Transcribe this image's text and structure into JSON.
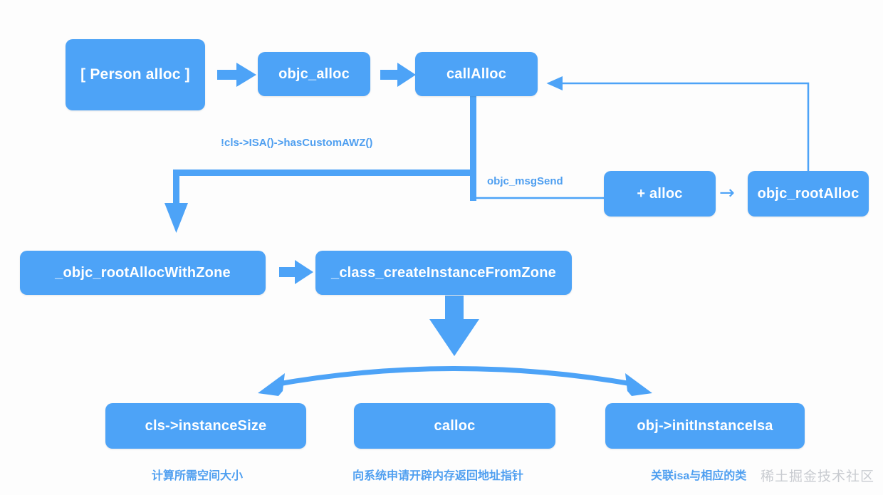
{
  "diagram": {
    "title": "Objective-C alloc flow",
    "accent_color": "#4DA3F7",
    "label_color": "#4F9FF0",
    "background": "#fdfdfd",
    "nodes": [
      {
        "id": "person_alloc",
        "label": "[ Person alloc ]"
      },
      {
        "id": "objc_alloc",
        "label": "objc_alloc"
      },
      {
        "id": "call_alloc",
        "label": "callAlloc"
      },
      {
        "id": "plus_alloc",
        "label": "+ alloc"
      },
      {
        "id": "objc_root_alloc",
        "label": "objc_rootAlloc"
      },
      {
        "id": "root_alloc_zone",
        "label": "_objc_rootAllocWithZone"
      },
      {
        "id": "create_instance",
        "label": "_class_createInstanceFromZone"
      },
      {
        "id": "instance_size",
        "label": "cls->instanceSize"
      },
      {
        "id": "calloc",
        "label": "calloc"
      },
      {
        "id": "init_instance_isa",
        "label": "obj->initInstanceIsa"
      }
    ],
    "edge_labels": {
      "has_custom_awz": "!cls->ISA()->hasCustomAWZ()",
      "objc_msg_send": "objc_msgSend"
    },
    "captions": [
      {
        "id": "caption_instance_size",
        "text": "计算所需空间大小"
      },
      {
        "id": "caption_calloc",
        "text": "向系统申请开辟内存返回地址指针"
      },
      {
        "id": "caption_init_isa",
        "text": "关联isa与相应的类"
      }
    ],
    "watermark": "稀土掘金技术社区",
    "arrow_glyph": "→"
  }
}
